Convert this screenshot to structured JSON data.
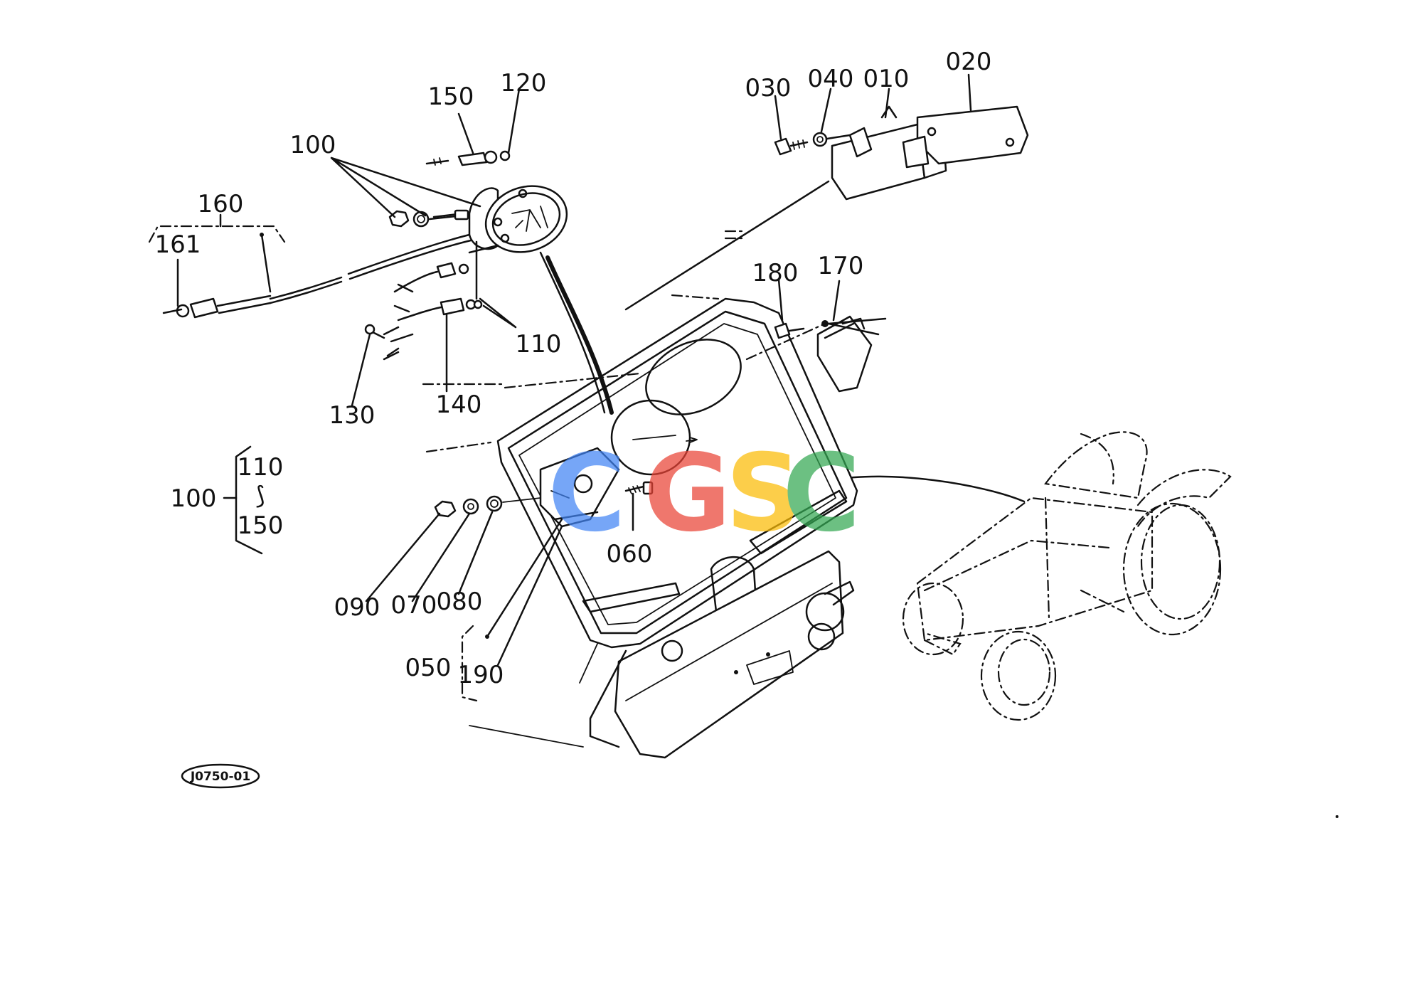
{
  "labels": {
    "p010": "010",
    "p020": "020",
    "p030": "030",
    "p040": "040",
    "p050": "050",
    "p060": "060",
    "p070": "070",
    "p080": "080",
    "p090": "090",
    "p100": "100",
    "p110": "110",
    "p120": "120",
    "p130": "130",
    "p140": "140",
    "p150": "150",
    "p160": "160",
    "p161": "161",
    "p170": "170",
    "p180": "180",
    "p190": "190"
  },
  "assembly_note": {
    "parent": "100",
    "from": "110",
    "range_symbol": "⟆",
    "to": "150"
  },
  "drawing_code": "J0750-01",
  "watermark": {
    "letters": [
      "C",
      "G",
      "S",
      "C"
    ],
    "colors": [
      "#4285F4",
      "#EA4335",
      "#FBBC05",
      "#34A853"
    ]
  }
}
